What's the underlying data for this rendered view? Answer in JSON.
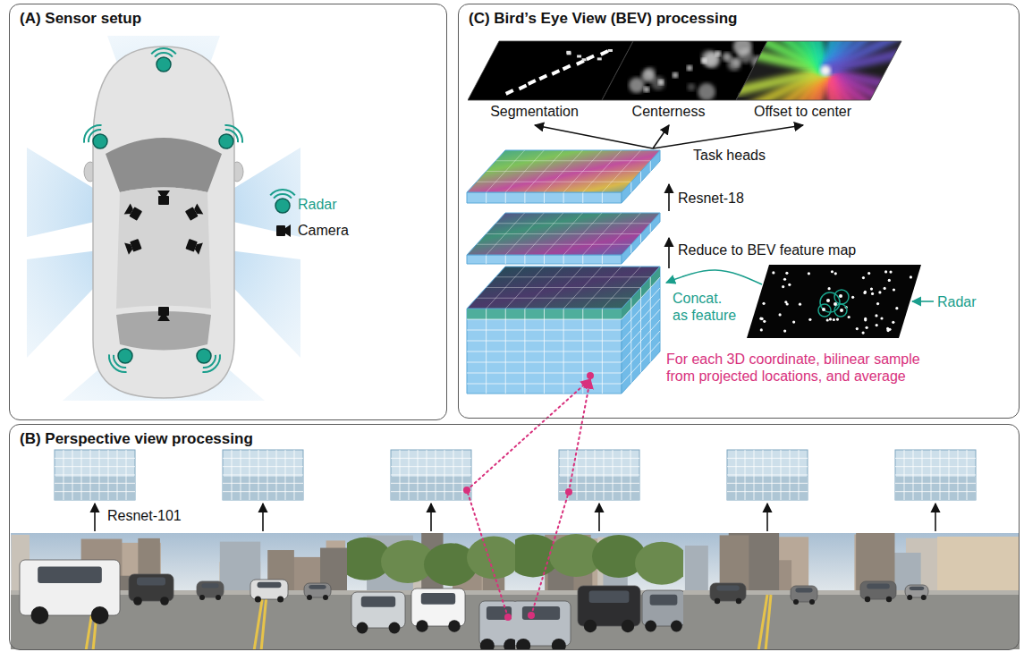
{
  "diagram": {
    "nodes": [
      {
        "text": [
          "(A) Sensor setup"
        ]
      },
      {
        "text": [
          "(C) Bird’s Eye View (BEV) processing"
        ]
      },
      {
        "text": [
          "Segmentation"
        ],
        "in": 1
      },
      {
        "text": [
          "Centerness"
        ],
        "in": 1
      },
      {
        "text": [
          "Offset to center"
        ],
        "in": 1
      },
      {
        "text": [
          "(B) Perspective view processing"
        ]
      }
    ],
    "labels": [
      "Task heads",
      "Resnet-18",
      "Reduce to BEV feature map",
      "Concat. as feature",
      "Radar",
      "For each 3D coordinate, bilinear sample from projected locations, and average",
      "Resnet-101"
    ],
    "legend": [
      {
        "text": "Radar"
      },
      {
        "text": "Camera"
      }
    ]
  }
}
